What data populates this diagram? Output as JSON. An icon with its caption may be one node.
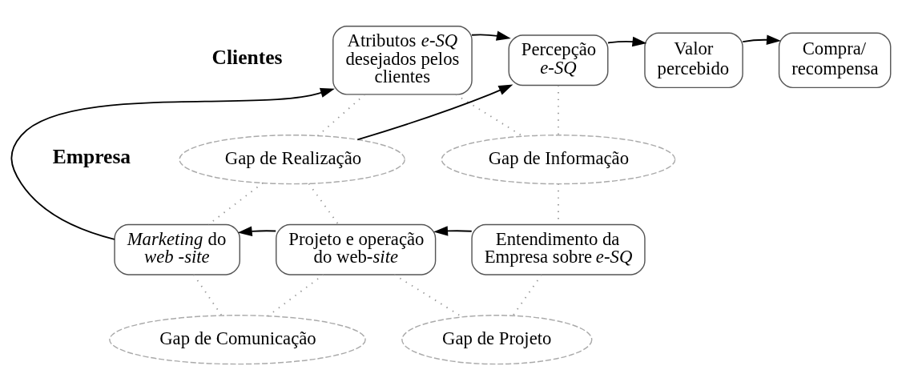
{
  "diagram": {
    "nodes": [
      {
        "text": [
          "Atributos *e-SQ* desejados pelos clientes"
        ]
      },
      {
        "text": [
          "Percepção *e-SQ*"
        ]
      },
      {
        "text": [
          "Valor percebido"
        ]
      },
      {
        "text": [
          "Compra/ recompensa"
        ]
      },
      {
        "text": [
          "Gap de Realização"
        ]
      },
      {
        "text": [
          "Gap de Informação"
        ]
      },
      {
        "text": [
          "*Marketing* do *web -site*"
        ]
      },
      {
        "text": [
          "Projeto e operação do web-*site*"
        ]
      },
      {
        "text": [
          "Entendimento da Empresa sobre *e-SQ*"
        ]
      },
      {
        "text": [
          "Gap de Comunicação"
        ]
      },
      {
        "text": [
          "Gap de Projeto"
        ]
      }
    ],
    "edges": [
      {
        "from": 0,
        "to": 1,
        "arrow": "to",
        "color": "#000000"
      },
      {
        "from": 1,
        "to": 2,
        "arrow": "to",
        "color": "#000000"
      },
      {
        "from": 2,
        "to": 3,
        "arrow": "to",
        "color": "#000000"
      },
      {
        "from": 6,
        "to": 0,
        "arrow": "to",
        "color": "#000000"
      },
      {
        "from": 4,
        "to": 1,
        "arrow": "to",
        "color": "#000000"
      },
      {
        "from": 7,
        "to": 6,
        "arrow": "to",
        "color": "#000000"
      },
      {
        "from": 8,
        "to": 7,
        "arrow": "to",
        "color": "#000000"
      },
      {
        "from": 0,
        "to": 4,
        "arrow": "none",
        "style": "dashed",
        "color": "#999999"
      },
      {
        "from": 0,
        "to": 5,
        "arrow": "none",
        "style": "dashed",
        "color": "#999999"
      },
      {
        "from": 1,
        "to": 5,
        "arrow": "none",
        "style": "dashed",
        "color": "#999999"
      },
      {
        "from": 5,
        "to": 8,
        "arrow": "none",
        "style": "dashed",
        "color": "#999999"
      },
      {
        "from": 4,
        "to": 6,
        "arrow": "none",
        "style": "dashed",
        "color": "#999999"
      },
      {
        "from": 4,
        "to": 7,
        "arrow": "none",
        "style": "dashed",
        "color": "#999999"
      },
      {
        "from": 6,
        "to": 9,
        "arrow": "none",
        "style": "dashed",
        "color": "#999999"
      },
      {
        "from": 7,
        "to": 9,
        "arrow": "none",
        "style": "dashed",
        "color": "#999999"
      },
      {
        "from": 7,
        "to": 10,
        "arrow": "none",
        "style": "dashed",
        "color": "#999999"
      },
      {
        "from": 8,
        "to": 10,
        "arrow": "none",
        "style": "dashed",
        "color": "#999999"
      }
    ],
    "labels": [
      "Clientes",
      "Empresa"
    ]
  }
}
